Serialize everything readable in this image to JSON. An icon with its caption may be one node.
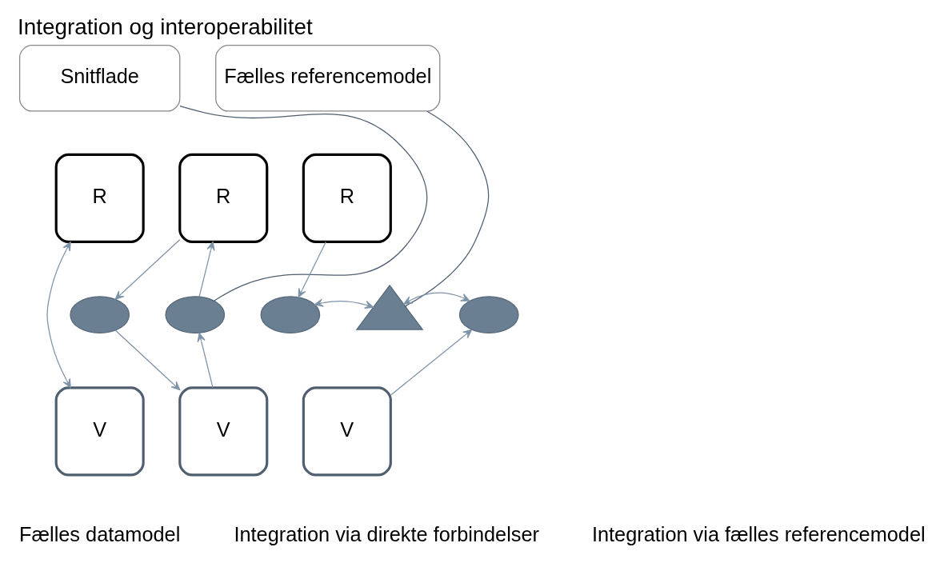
{
  "diagram": {
    "title": "Integration og interoperabilitet",
    "nodes": [
      {
        "text": [
          "R"
        ]
      },
      {
        "text": [
          "V"
        ]
      },
      {
        "text": [
          "Snitflade"
        ]
      },
      {
        "text": [
          "R"
        ]
      },
      {
        "text": [],
        "shape": "circle"
      },
      {
        "text": [],
        "shape": "circle"
      },
      {
        "text": [
          "V"
        ]
      },
      {
        "text": [
          "Fælles referencemodel"
        ]
      },
      {
        "text": [
          "R"
        ]
      },
      {
        "text": [],
        "shape": "circle"
      },
      {
        "text": [],
        "shape": "triangle"
      },
      {
        "text": [],
        "shape": "circle"
      },
      {
        "text": [
          "V"
        ]
      }
    ],
    "edges": [
      {
        "from": 0,
        "to": 1,
        "arrow": "both"
      },
      {
        "from": 3,
        "to": 4,
        "arrow": "to"
      },
      {
        "from": 5,
        "to": 3,
        "arrow": "to"
      },
      {
        "from": 4,
        "to": 6,
        "arrow": "to"
      },
      {
        "from": 6,
        "to": 5,
        "arrow": "to"
      },
      {
        "from": 2,
        "to": 5,
        "arrow": "none"
      },
      {
        "from": 8,
        "to": 9,
        "arrow": "to"
      },
      {
        "from": 9,
        "to": 10,
        "arrow": "both"
      },
      {
        "from": 10,
        "to": 11,
        "arrow": "both"
      },
      {
        "from": 12,
        "to": 11,
        "arrow": "to"
      },
      {
        "from": 7,
        "to": 10,
        "arrow": "none"
      }
    ],
    "labels": [
      "Fælles datamodel",
      "Integration via direkte forbindelser",
      "Integration via fælles referencemodel"
    ]
  }
}
